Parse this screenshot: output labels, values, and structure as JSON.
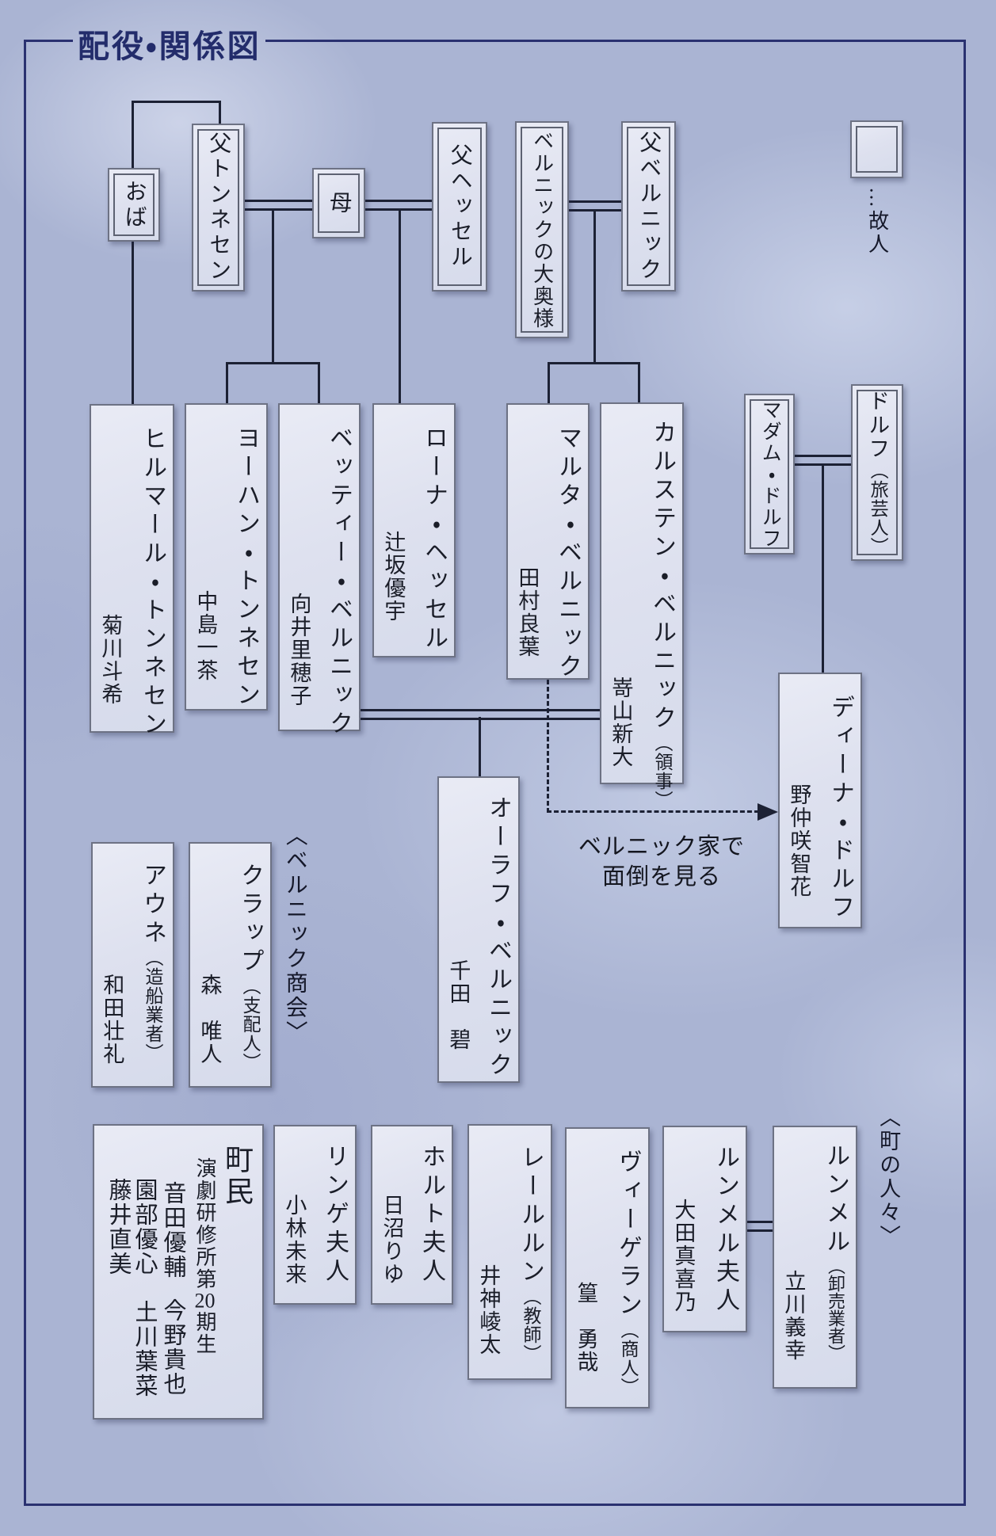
{
  "title": "配役・関係図",
  "legend": {
    "label": "…故人"
  },
  "groups": {
    "bernick_company": "〈ベルニック商会〉",
    "townspeople": "〈町の人々〉"
  },
  "annotation": {
    "line1": "ベルニック家で",
    "line2": "面倒を見る"
  },
  "colors": {
    "frame": "#2a3170",
    "title_text": "#232c6b",
    "connector_line": "#1c2134",
    "box_fill": "#dee1ef",
    "box_border": "#6d7284",
    "background": "#aab4d3"
  },
  "people": {
    "oba": {
      "name": "おば"
    },
    "father_tonnesen": {
      "name": "父トンネセン"
    },
    "mother": {
      "name": "母"
    },
    "father_hessel": {
      "name": "父ヘッセル"
    },
    "bernick_dowager": {
      "name": "ベルニックの大奥様"
    },
    "father_bernick": {
      "name": "父ベルニック"
    },
    "madam_dorf": {
      "name": "マダム・ドルフ"
    },
    "dorf": {
      "name": "ドルフ",
      "role": "（旅芸人）"
    },
    "hilmar": {
      "name": "ヒルマール・トンネセン",
      "actor": "菊川斗希"
    },
    "johan": {
      "name": "ヨーハン・トンネセン",
      "actor": "中島一茶"
    },
    "betty": {
      "name": "ベッティー・ベルニック",
      "actor": "向井里穂子"
    },
    "lona": {
      "name": "ローナ・ヘッセル",
      "actor": "辻坂優宇"
    },
    "martha": {
      "name": "マルタ・ベルニック",
      "actor": "田村良葉"
    },
    "karsten": {
      "name": "カルステン・ベルニック",
      "role": "（領事）",
      "actor": "嵜山新大"
    },
    "dina": {
      "name": "ディーナ・ドルフ",
      "actor": "野仲咲智花"
    },
    "olaf": {
      "name": "オーラフ・ベルニック",
      "actor": "千田　碧"
    },
    "aune": {
      "name": "アウネ",
      "role": "（造船業者）",
      "actor": "和田壮礼"
    },
    "krap": {
      "name": "クラップ",
      "role": "（支配人）",
      "actor": "森　唯人"
    },
    "lynge_wife": {
      "name": "リンゲ夫人",
      "actor": "小林未来"
    },
    "holt_wife": {
      "name": "ホルト夫人",
      "actor": "日沼りゆ"
    },
    "rorlund": {
      "name": "レールルン",
      "role": "（教師）",
      "actor": "井神崚太"
    },
    "vigeland": {
      "name": "ヴィーゲラン",
      "role": "（商人）",
      "actor": "篁　勇哉"
    },
    "rummel_wife": {
      "name": "ルンメル夫人",
      "actor": "大田真喜乃"
    },
    "rummel": {
      "name": "ルンメル",
      "role": "（卸売業者）",
      "actor": "立川義幸"
    },
    "townsfolk": {
      "name": "町民",
      "subtitle_pre": "演劇研修所第",
      "subtitle_num": "20",
      "subtitle_post": "期生",
      "members_upper": [
        "音田優輔",
        "園部優心",
        "藤井直美"
      ],
      "members_lower": [
        "今野貴也",
        "土川葉菜"
      ]
    }
  }
}
